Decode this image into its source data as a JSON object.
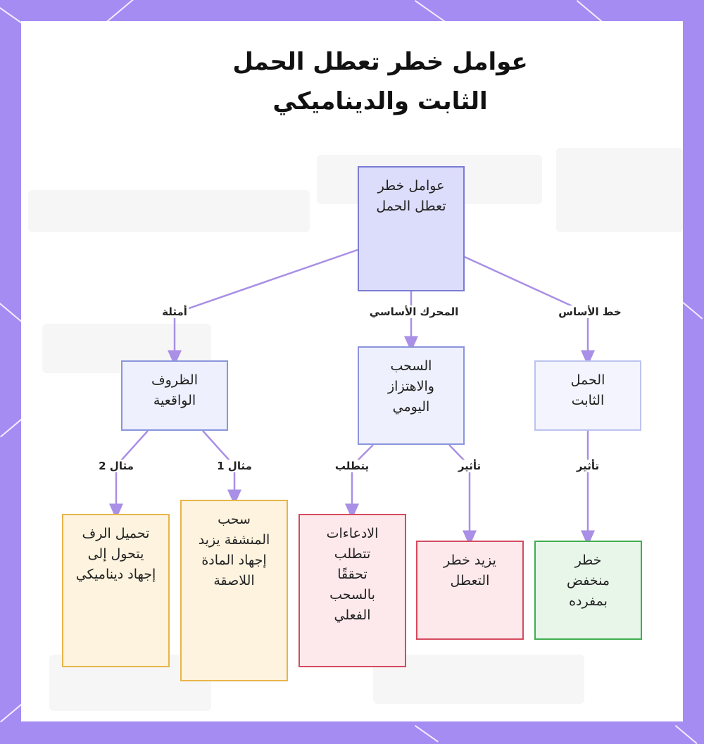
{
  "title": "عوامل خطر تعطل الحمل الثابت والديناميكي",
  "nodes": {
    "root": "عوامل خطر تعطل الحمل",
    "real_conditions": "الظروف الواقعية",
    "daily_pull": "السحب والاهتزاز اليومي",
    "static_load": "الحمل الثابت",
    "example2_result": "تحميل الرف يتحول إلى إجهاد ديناميكي",
    "example1_result": "سحب المنشفة يزيد إجهاد المادة اللاصقة",
    "claims_result": "الادعاءات تتطلب تحققًا بالسحب الفعلي",
    "increases_risk": "يزيد خطر التعطل",
    "low_risk": "خطر منخفض بمفرده"
  },
  "edges": {
    "examples": "أمثلة",
    "main_driver": "المحرك الأساسي",
    "baseline": "خط الأساس",
    "example2": "مثال 2",
    "example1": "مثال 1",
    "requires": "يتطلب",
    "effect_daily": "تأثير",
    "effect_static": "تأثير"
  },
  "colors": {
    "frame": "#a58cf3",
    "edge": "#a98fe6",
    "root_fill": "#dcdcfb",
    "root_border": "#7a7bd4",
    "mid_fill": "#eef0fd",
    "mid_border": "#8a95dc",
    "static_border": "#bcc3ee",
    "yellow_fill": "#fdf3de",
    "yellow_border": "#e8b54a",
    "red_fill": "#fde9ec",
    "red_border": "#d44a5e",
    "green_fill": "#e8f6ea",
    "green_border": "#3fae4f"
  }
}
